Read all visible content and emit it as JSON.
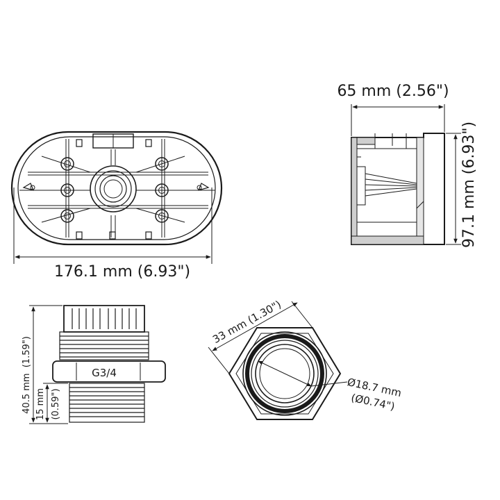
{
  "front_view": {
    "width_label": "176.1 mm (6.93\")"
  },
  "side_view": {
    "depth_label": "65 mm (2.56\")",
    "height_label": "97.1 mm (6.93\")"
  },
  "gland_side_view": {
    "thread_label": "G3/4",
    "total_height_label_mm": "40.5 mm",
    "total_height_label_in": "(1.59\")",
    "thread_height_label_mm": "15 mm",
    "thread_height_label_in": "(0.59\")"
  },
  "gland_top_view": {
    "across_flats_label": "33 mm (1.30\")",
    "bore_label_mm": "Ø18.7 mm",
    "bore_label_in": "(Ø0.74\")"
  }
}
